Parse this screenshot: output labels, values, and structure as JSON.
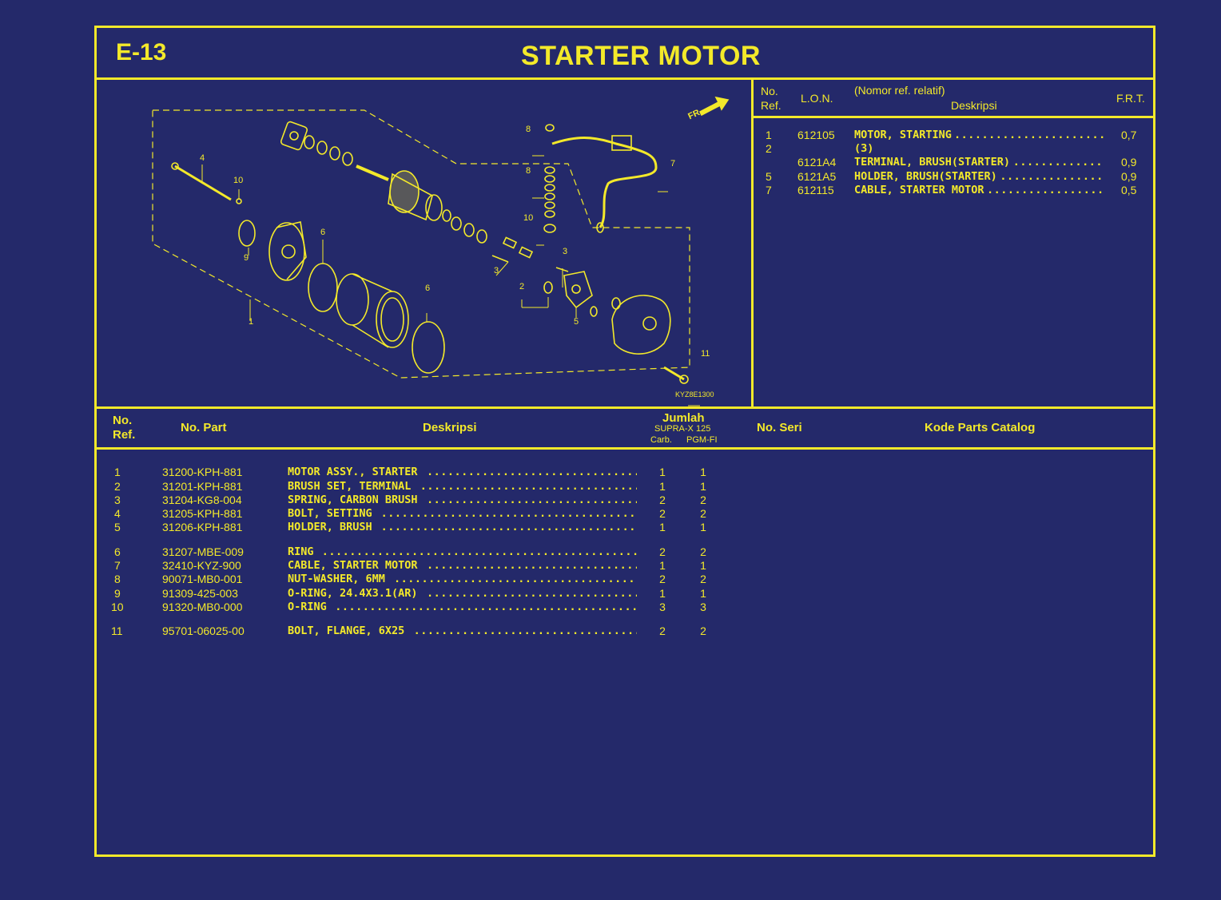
{
  "header": {
    "code": "E-13",
    "title": "STARTER MOTOR"
  },
  "lon_table": {
    "headers": {
      "no_ref": "No.\nRef.",
      "lon": "L.O.N.",
      "nomor_ref": "(Nomor ref. relatif)",
      "deskripsi": "Deskripsi",
      "frt": "F.R.T."
    },
    "rows": [
      {
        "ref": "1",
        "lon": "612105",
        "desc": "MOTOR, STARTING",
        "frt": "0,7"
      },
      {
        "ref": "2",
        "lon": "",
        "desc": "(3)",
        "frt": ""
      },
      {
        "ref": "",
        "lon": "6121A4",
        "desc": "TERMINAL, BRUSH(STARTER)",
        "frt": "0,9"
      },
      {
        "ref": "5",
        "lon": "6121A5",
        "desc": "HOLDER, BRUSH(STARTER)",
        "frt": "0,9"
      },
      {
        "ref": "7",
        "lon": "612115",
        "desc": "CABLE, STARTER MOTOR",
        "frt": "0,5"
      }
    ]
  },
  "diagram": {
    "fr_label": "FR.",
    "figure_code": "KYZ8E1300",
    "callouts": [
      "1",
      "2",
      "3",
      "3",
      "4",
      "5",
      "6",
      "6",
      "7",
      "8",
      "8",
      "9",
      "10",
      "10",
      "11"
    ]
  },
  "parts_table": {
    "headers": {
      "no_ref": "No.\nRef.",
      "no_part": "No. Part",
      "deskripsi": "Deskripsi",
      "jumlah": "Jumlah",
      "model": "SUPRA-X 125",
      "carb": "Carb.",
      "pgmfi": "PGM-FI",
      "no_seri": "No. Seri",
      "kode": "Kode Parts Catalog"
    },
    "rows": [
      {
        "ref": "1",
        "part": "31200-KPH-881",
        "desc": "MOTOR ASSY., STARTER",
        "carb": "1",
        "pgm": "1"
      },
      {
        "ref": "2",
        "part": "31201-KPH-881",
        "desc": "BRUSH SET, TERMINAL",
        "carb": "1",
        "pgm": "1"
      },
      {
        "ref": "3",
        "part": "31204-KG8-004",
        "desc": "SPRING, CARBON BRUSH",
        "carb": "2",
        "pgm": "2"
      },
      {
        "ref": "4",
        "part": "31205-KPH-881",
        "desc": "BOLT, SETTING",
        "carb": "2",
        "pgm": "2"
      },
      {
        "ref": "5",
        "part": "31206-KPH-881",
        "desc": "HOLDER, BRUSH",
        "carb": "1",
        "pgm": "1"
      },
      {
        "ref": "6",
        "part": "31207-MBE-009",
        "desc": "RING",
        "carb": "2",
        "pgm": "2"
      },
      {
        "ref": "7",
        "part": "32410-KYZ-900",
        "desc": "CABLE, STARTER MOTOR",
        "carb": "1",
        "pgm": "1"
      },
      {
        "ref": "8",
        "part": "90071-MB0-001",
        "desc": "NUT-WASHER, 6MM",
        "carb": "2",
        "pgm": "2"
      },
      {
        "ref": "9",
        "part": "91309-425-003",
        "desc": "O-RING, 24.4X3.1(AR)",
        "carb": "1",
        "pgm": "1"
      },
      {
        "ref": "10",
        "part": "91320-MB0-000",
        "desc": "O-RING",
        "carb": "3",
        "pgm": "3"
      },
      {
        "ref": "11",
        "part": "95701-06025-00",
        "desc": "BOLT, FLANGE, 6X25",
        "carb": "2",
        "pgm": "2"
      }
    ]
  },
  "colors": {
    "background": "#24296a",
    "ink": "#f3e92a"
  }
}
